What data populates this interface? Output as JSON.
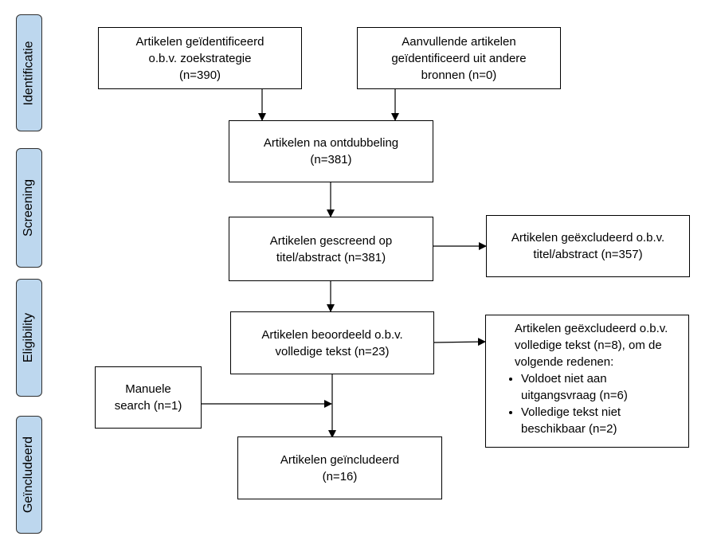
{
  "stages": {
    "identification": "Identificatie",
    "screening": "Screening",
    "eligibility": "Eligibility",
    "included": "Geïncludeerd"
  },
  "boxes": {
    "identified_search": "Artikelen geïdentificeerd\no.b.v. zoekstrategie\n(n=390)",
    "identified_other": "Aanvullende artikelen\ngeïdentificeerd uit andere\nbronnen (n=0)",
    "after_dedup": "Artikelen na ontdubbeling\n(n=381)",
    "screened": "Artikelen gescreend op\ntitel/abstract (n=381)",
    "excluded_title": "Artikelen geëxcludeerd o.b.v.\ntitel/abstract (n=357)",
    "assessed_fulltext": "Artikelen beoordeeld o.b.v.\nvolledige tekst (n=23)",
    "manual_search": "Manuele\nsearch (n=1)",
    "included": "Artikelen geïncludeerd\n(n=16)"
  },
  "excluded_fulltext": {
    "intro": "Artikelen geëxcludeerd o.b.v.\nvolledige tekst (n=8), om de\nvolgende redenen:",
    "reasons": [
      "Voldoet niet aan\nuitgangsvraag (n=6)",
      "Volledige tekst niet\nbeschikbaar (n=2)"
    ]
  },
  "colors": {
    "stage_fill": "#bdd7ee",
    "stage_border": "#2f2f2f",
    "line": "#000000"
  }
}
